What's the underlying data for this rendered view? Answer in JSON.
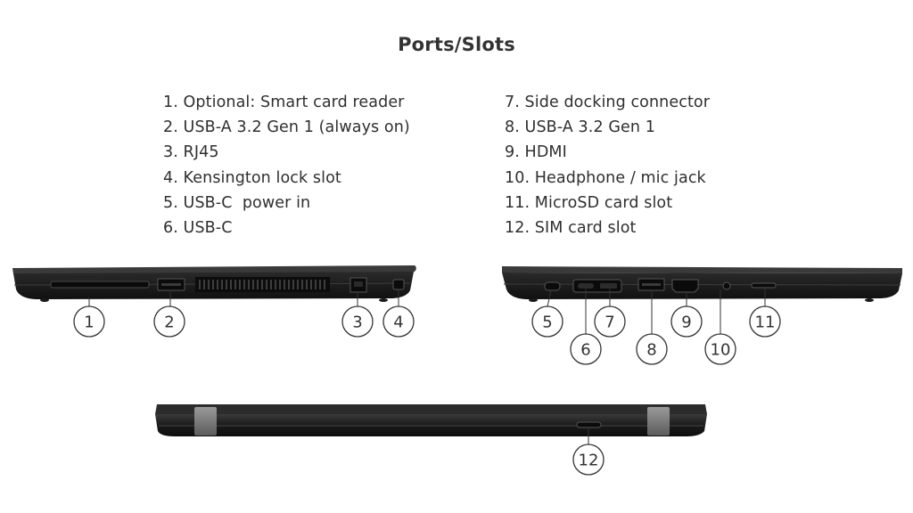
{
  "title": "Ports/Slots",
  "ports_left": [
    "1. Optional: Smart card reader",
    "2. USB-A 3.2 Gen 1 (always on)",
    "3. RJ45",
    "4. Kensington lock slot",
    "5. USB-C  power in",
    "6. USB-C"
  ],
  "ports_right": [
    "7. Side docking connector",
    "8. USB-A 3.2 Gen 1",
    "9. HDMI",
    "10. Headphone / mic jack",
    "11. MicroSD card slot",
    "12. SIM card slot"
  ],
  "callouts": [
    "1",
    "2",
    "3",
    "4",
    "5",
    "6",
    "7",
    "8",
    "9",
    "10",
    "11",
    "12"
  ]
}
